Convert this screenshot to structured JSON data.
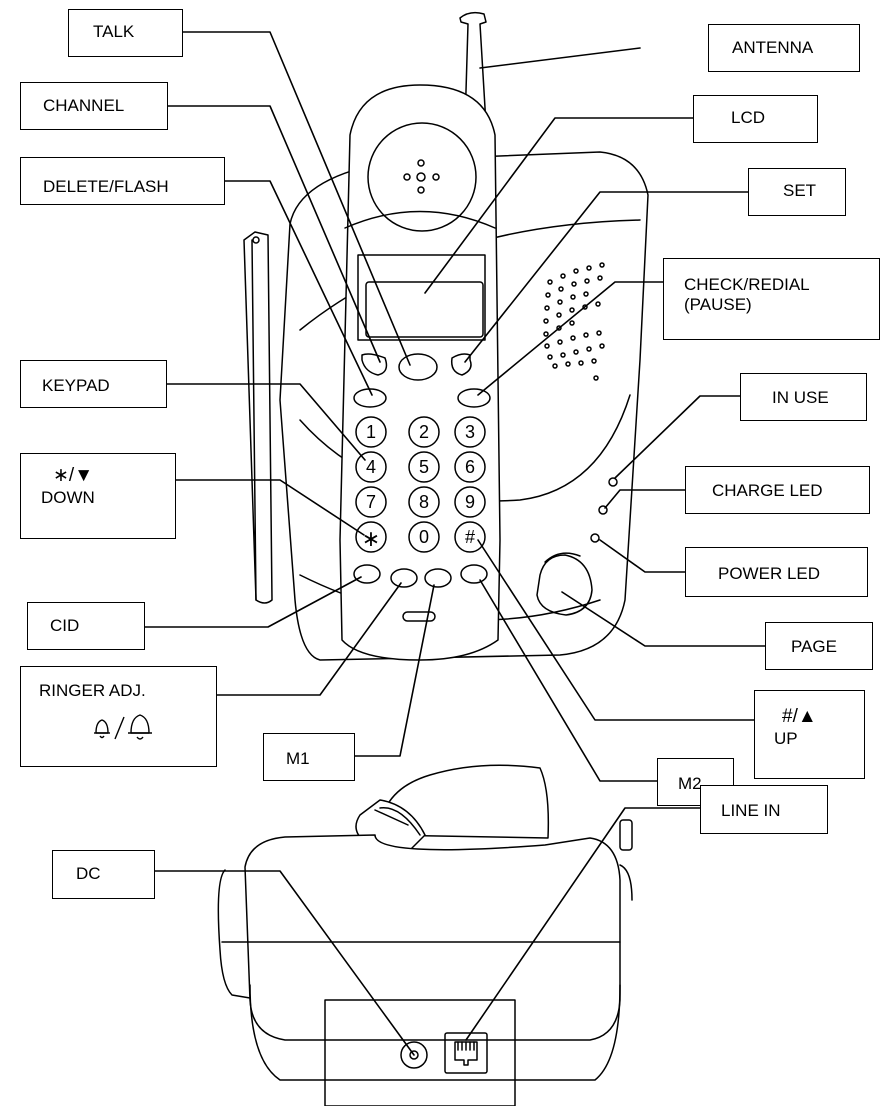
{
  "labels": {
    "talk": "TALK",
    "antenna": "ANTENNA",
    "channel": "CHANNEL",
    "lcd": "LCD",
    "delete_flash": "DELETE/FLASH",
    "set": "SET",
    "check_redial": "CHECK/REDIAL",
    "pause": "(PAUSE)",
    "keypad": "KEYPAD",
    "in_use": "IN USE",
    "star_down_symbol": "∗/▼",
    "down": "DOWN",
    "charge_led": "CHARGE LED",
    "power_led": "POWER LED",
    "cid": "CID",
    "page": "PAGE",
    "ringer_adj": "RINGER ADJ.",
    "hash_up_symbol": "#/▲",
    "up": "UP",
    "m1": "M1",
    "m2": "M2",
    "dc": "DC",
    "line_in": "LINE IN"
  },
  "keypad": {
    "keys": [
      "1",
      "2",
      "3",
      "4",
      "5",
      "6",
      "7",
      "8",
      "9",
      "∗",
      "0",
      "#"
    ]
  },
  "icons": {
    "ringer": "bell-icon"
  }
}
